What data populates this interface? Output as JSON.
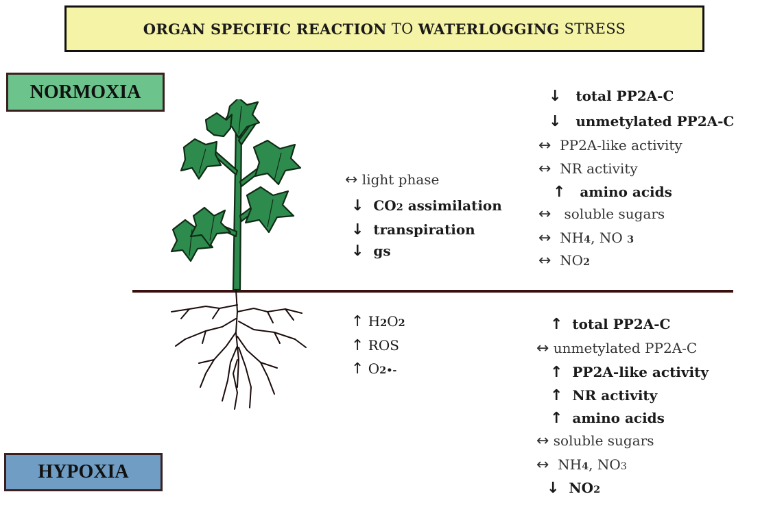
{
  "title": {
    "part1": "ORGAN SPECIFIC REACTION",
    "part2": " TO ",
    "part3": "WATERLOGGING",
    "part4": " STRESS"
  },
  "labels": {
    "normoxia": "NORMOXIA",
    "hypoxia": "HYPOXIA"
  },
  "symbols": {
    "up": "↑",
    "down": "↓",
    "both": "↔"
  },
  "leaf": {
    "light_phase": "light phase",
    "co2_assimilation": "assimilation",
    "transpiration": "transpiration",
    "gs": "gs"
  },
  "leaf_right": {
    "total_pp2a": "total PP2A-C",
    "unmetylated_pp2a": "unmetylated PP2A-C",
    "pp2a_activity": "PP2A-like activity",
    "nr_activity": "NR activity",
    "amino_acids": "amino acids",
    "soluble_sugars": "soluble sugars",
    "nh4_label": "NH",
    "nh4_sub": "4",
    "no3_label": ", NO",
    "no3_sub": "3",
    "no2_label": "NO",
    "no2_sub": "2"
  },
  "root": {
    "h2o2_h": "H",
    "h2o2_sub1": "2",
    "h2o2_o": "O",
    "h2o2_sub2": "2",
    "ros": "ROS",
    "o2_o": "O",
    "o2_sub": "2",
    "o2_sup": "•-"
  },
  "root_right": {
    "total_pp2a": "total PP2A-C",
    "unmetylated_pp2a": "unmetylated PP2A-C",
    "pp2a_activity": "PP2A-like activity",
    "nr_activity": "NR activity",
    "amino_acids": "amino acids",
    "soluble_sugars": "soluble sugars",
    "nh4_label": "NH",
    "nh4_sub": "4",
    "no3_label": ", NO",
    "no3_sub": "3",
    "no2_label": "NO",
    "no2_sub": "2"
  },
  "co2": {
    "c": "CO",
    "sub": "2"
  },
  "colors": {
    "title_bg": "#f5f3a6",
    "normoxia_bg": "#6cc48c",
    "hypoxia_bg": "#6f9dc4",
    "leaf_green": "#2e8b4e",
    "root_brown": "#3a0f0f"
  }
}
